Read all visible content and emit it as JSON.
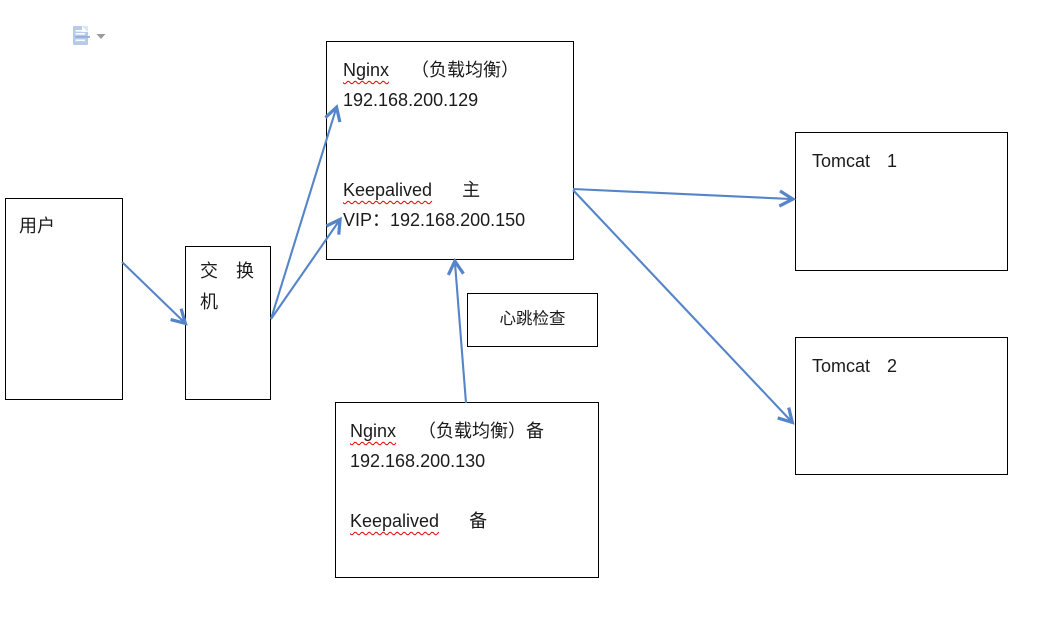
{
  "colors": {
    "arrow": "#5585c8",
    "box_border": "#000000",
    "spellcheck_underline": "#e00000",
    "text": "#1b1b1b",
    "background": "#ffffff",
    "paste_icon_fill": "#b6cbe9",
    "dropdown_triangle": "#9b9b9b"
  },
  "toolbar": {
    "paste_options_icon": "clipboard-paste-icon",
    "dropdown_icon": "chevron-down-icon"
  },
  "nodes": {
    "user": {
      "label": "用户"
    },
    "switch": {
      "line1": "交　换",
      "line2": "机"
    },
    "nginx_master": {
      "title_en": "Nginx",
      "title_cn": "（负载均衡）",
      "ip": "192.168.200.129",
      "keepalived": "Keepalived",
      "role": "主",
      "vip": "VIP：192.168.200.150"
    },
    "heartbeat": {
      "label": "心跳检查"
    },
    "nginx_backup": {
      "title_en": "Nginx",
      "title_cn": "（负载均衡）备",
      "ip": "192.168.200.130",
      "keepalived": "Keepalived",
      "role": "备"
    },
    "tomcat1": {
      "name": "Tomcat",
      "number": "1"
    },
    "tomcat2": {
      "name": "Tomcat",
      "number": "2"
    }
  },
  "connectors": [
    {
      "name": "user-to-switch"
    },
    {
      "name": "switch-to-nginx-master-upper"
    },
    {
      "name": "switch-to-nginx-master-lower"
    },
    {
      "name": "nginx-master-to-tomcat1"
    },
    {
      "name": "nginx-master-to-tomcat2"
    },
    {
      "name": "nginx-backup-heartbeat-to-master"
    }
  ]
}
